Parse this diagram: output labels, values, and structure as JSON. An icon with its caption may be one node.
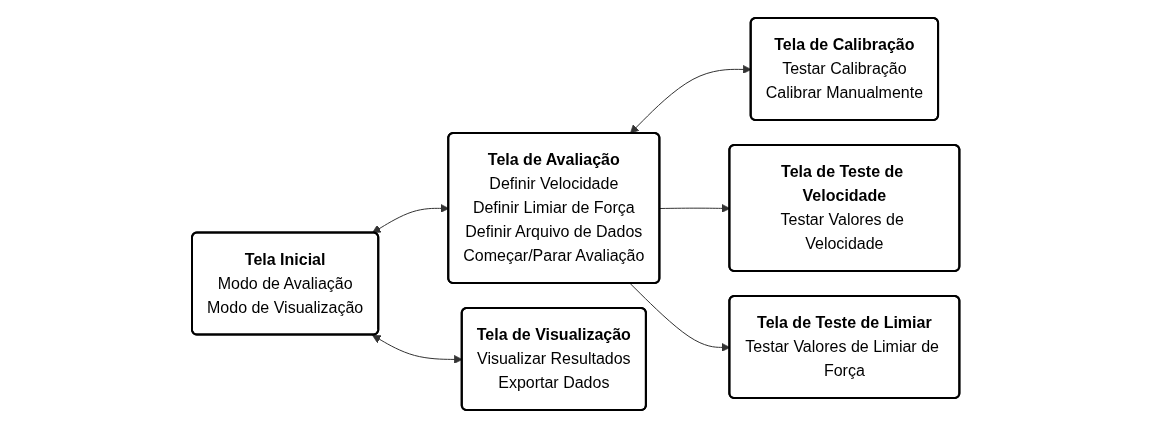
{
  "diagram": {
    "nodes": [
      {
        "text": [
          "Tela Inicial",
          "Modo de Avaliação",
          "Modo de Visualização"
        ]
      },
      {
        "text": [
          "Tela de Avaliação",
          "Definir Velocidade",
          "Definir Limiar de Força",
          "Definir Arquivo de Dados",
          "Começar/Parar Avaliação"
        ]
      },
      {
        "text": [
          "Tela de Calibração",
          "Testar Calibração",
          "Calibrar Manualmente"
        ]
      },
      {
        "text": [
          "Tela de Teste de Velocidade",
          "Testar Valores de Velocidade"
        ]
      },
      {
        "text": [
          "Tela de Visualização",
          "Visualizar Resultados",
          "Exportar Dados"
        ]
      },
      {
        "text": [
          "Tela de Teste de Limiar",
          "Testar Valores de Limiar de Força"
        ]
      }
    ],
    "edges": [
      {
        "from": 0,
        "to": 1,
        "arrow": "both"
      },
      {
        "from": 0,
        "to": 4,
        "arrow": "both"
      },
      {
        "from": 1,
        "to": 2,
        "arrow": "both"
      },
      {
        "from": 1,
        "to": 3,
        "arrow": "to"
      },
      {
        "from": 1,
        "to": 5,
        "arrow": "to"
      }
    ]
  }
}
